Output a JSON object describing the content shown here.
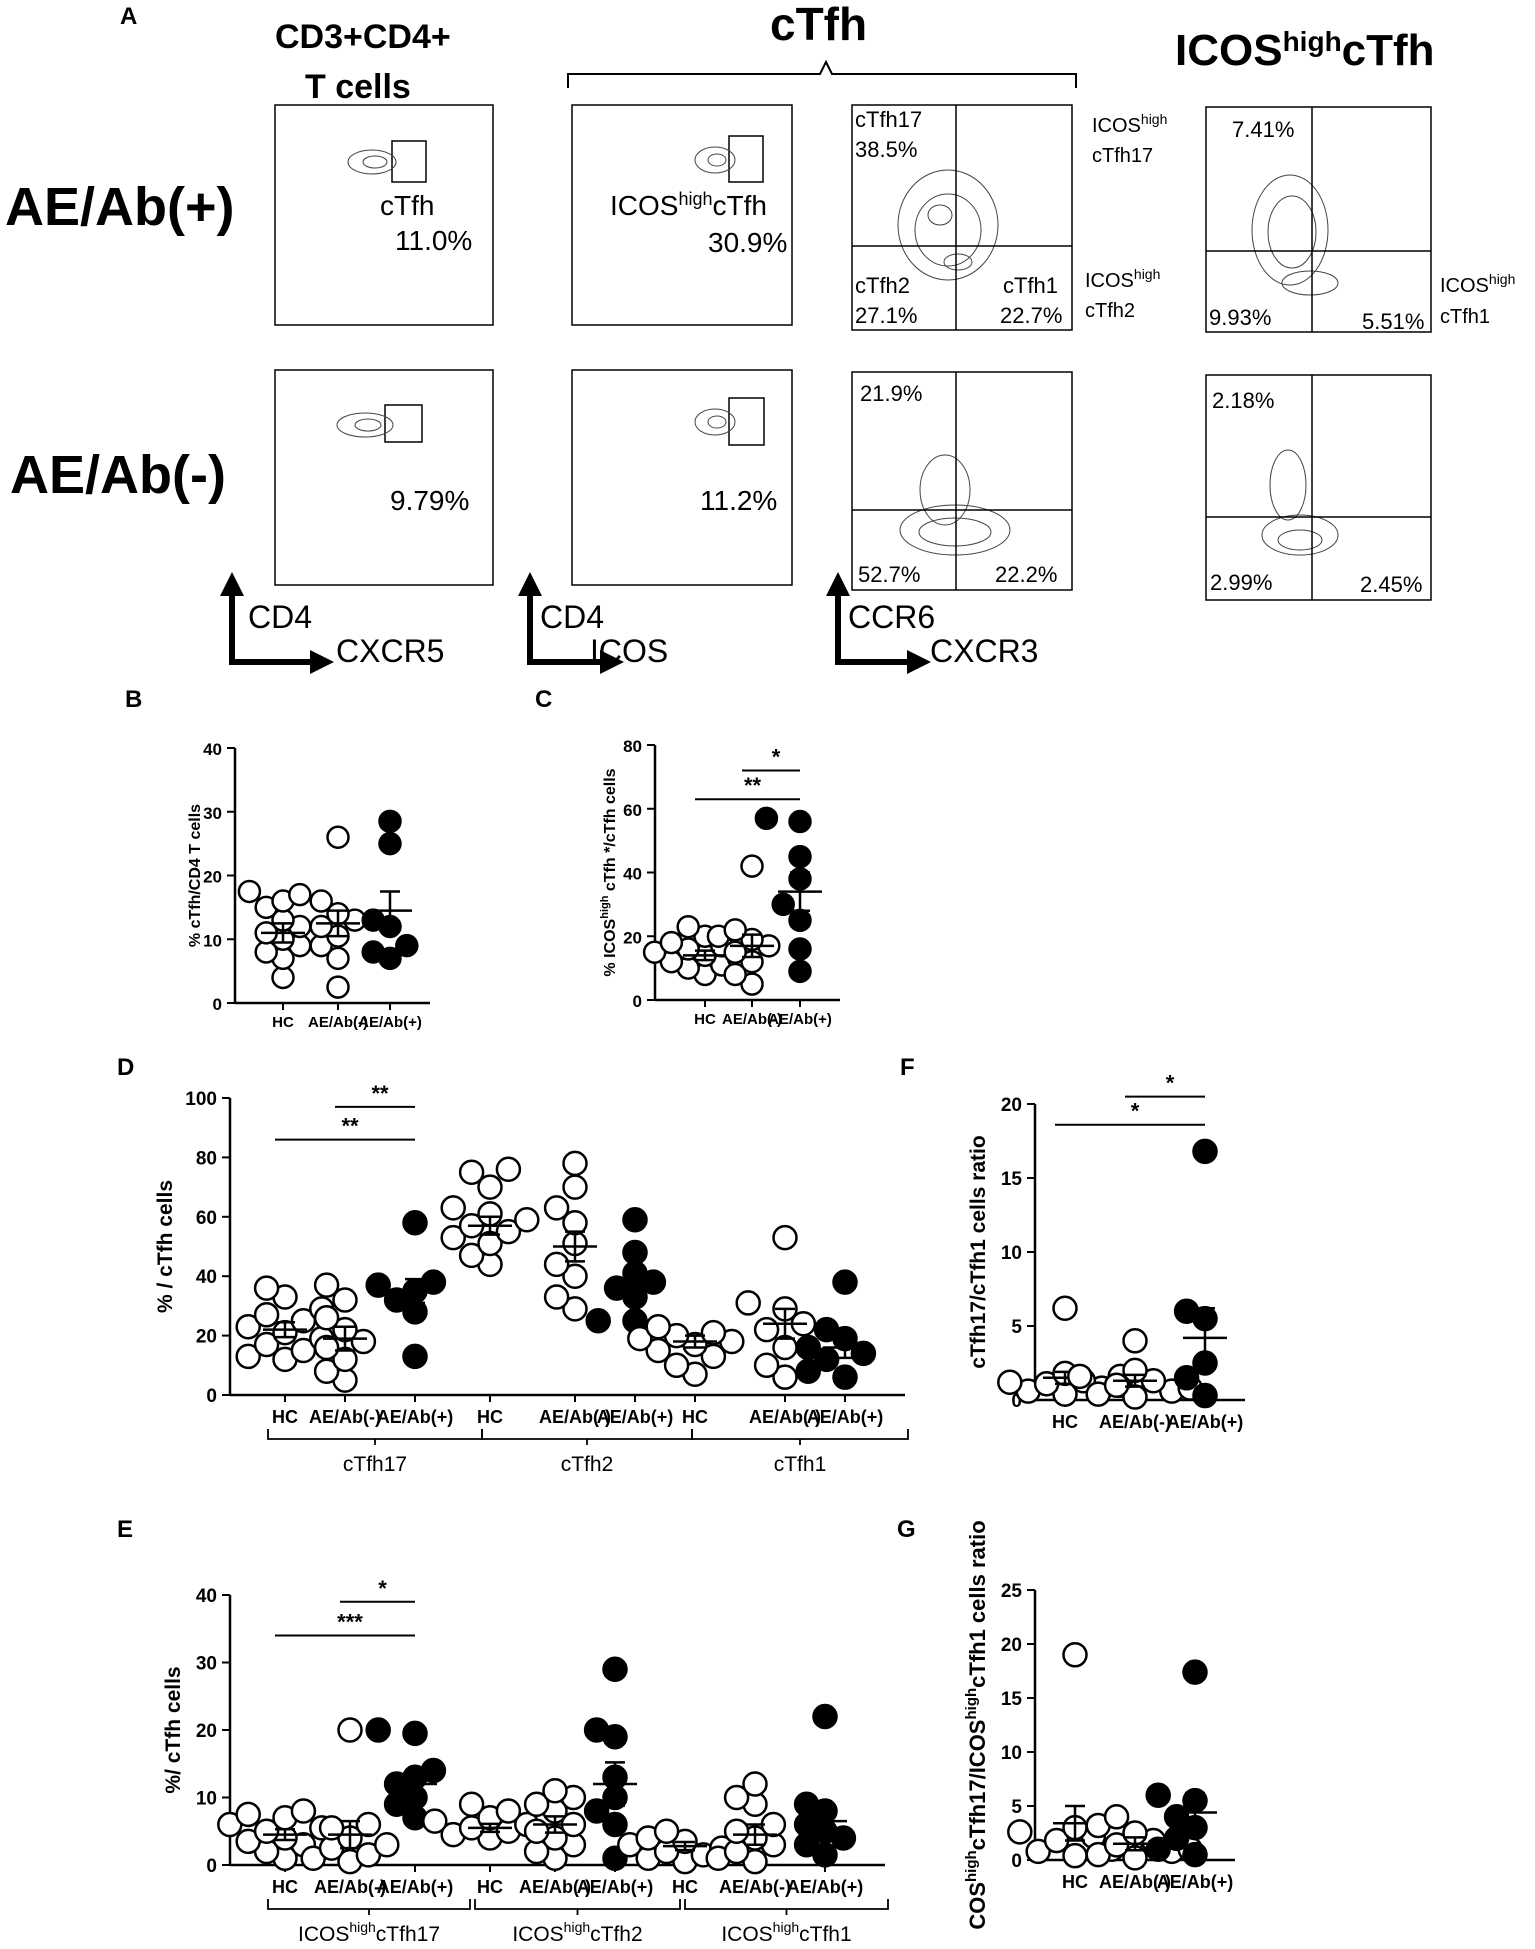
{
  "panel_labels": {
    "A": "A",
    "B": "B",
    "C": "C",
    "D": "D",
    "E": "E",
    "F": "F",
    "G": "G"
  },
  "flow": {
    "col_titles": {
      "t1a": "CD3+CD4+",
      "t1b": "T cells",
      "t2": "cTfh",
      "t3_pre": "ICOS",
      "t3_sup": "high",
      "t3_post": "cTfh"
    },
    "row_labels": {
      "r1": "AE/Ab(+)",
      "r2": "AE/Ab(-)"
    },
    "plot1_row1": {
      "label": "cTfh",
      "pct": "11.0%"
    },
    "plot1_row2": {
      "pct": "9.79%"
    },
    "plot2_row1": {
      "label_pre": "ICOS",
      "label_sup": "high",
      "label_post": "cTfh",
      "pct": "30.9%"
    },
    "plot2_row2": {
      "pct": "11.2%"
    },
    "plot3_row1": {
      "q_tl_name": "cTfh17",
      "q_tl": "38.5%",
      "q_bl_name": "cTfh2",
      "q_bl": "27.1%",
      "q_br_name": "cTfh1",
      "q_br": "22.7%"
    },
    "plot3_row2": {
      "q_tl": "21.9%",
      "q_bl": "52.7%",
      "q_br": "22.2%"
    },
    "plot4_row1": {
      "q_tl": "7.41%",
      "q_bl": "9.93%",
      "q_br": "5.51%"
    },
    "plot4_row2": {
      "q_tl": "2.18%",
      "q_bl": "2.99%",
      "q_br": "2.45%"
    },
    "side_labels": {
      "icos": "ICOS",
      "high": "high",
      "tl": "cTfh17",
      "bl": "cTfh2",
      "br": "cTfh1"
    },
    "axes": {
      "a1y": "CD4",
      "a1x": "CXCR5",
      "a2y": "CD4",
      "a2x": "ICOS",
      "a3y": "CCR6",
      "a3x": "CXCR3"
    }
  },
  "chart_data": [
    {
      "id": "B",
      "type": "scatter",
      "ylabel": "% cTfh/CD4 T cells",
      "ylim": [
        0,
        40
      ],
      "yticks": [
        0,
        10,
        20,
        30,
        40
      ],
      "categories": [
        "HC",
        "AE/Ab(-)",
        "AE/Ab(+)"
      ],
      "groups": [
        {
          "name": "HC",
          "filled": false,
          "mean": 11,
          "sem": 1.5,
          "values": [
            4,
            7,
            8,
            9,
            10,
            11,
            12,
            13,
            15,
            16,
            17,
            17.5
          ]
        },
        {
          "name": "AE/Ab(-)",
          "filled": false,
          "mean": 12.5,
          "sem": 2,
          "values": [
            2.5,
            7,
            9,
            10.5,
            12,
            13,
            14,
            16,
            26
          ]
        },
        {
          "name": "AE/Ab(+)",
          "filled": false,
          "filled_override": true,
          "mean": 14.5,
          "sem": 3,
          "values": [
            7,
            8,
            9,
            12,
            13,
            25,
            28.5
          ]
        }
      ],
      "significance": []
    },
    {
      "id": "C",
      "type": "scatter",
      "ylabel": "% ICOS^high cTfh */cTfh cells",
      "ylim": [
        0,
        80
      ],
      "yticks": [
        0,
        20,
        40,
        60,
        80
      ],
      "categories": [
        "HC",
        "AE/Ab(-)",
        "AE/Ab(+)"
      ],
      "groups": [
        {
          "name": "HC",
          "filled": false,
          "mean": 14,
          "sem": 1.5,
          "values": [
            8,
            10,
            11,
            12,
            13,
            14,
            15,
            16,
            17,
            18,
            20,
            23
          ]
        },
        {
          "name": "AE/Ab(-)",
          "filled": false,
          "mean": 17,
          "sem": 3.5,
          "values": [
            5,
            8,
            12,
            15,
            17,
            19,
            20,
            22,
            42
          ]
        },
        {
          "name": "AE/Ab(+)",
          "filled": true,
          "mean": 34,
          "sem": 6,
          "values": [
            9,
            16,
            25,
            30,
            38,
            45,
            56,
            57
          ]
        }
      ],
      "significance": [
        {
          "from": 0,
          "to": 2,
          "label": "**",
          "y": 63
        },
        {
          "from": 1,
          "to": 2,
          "label": "*",
          "y": 72
        }
      ]
    },
    {
      "id": "D",
      "type": "scatter",
      "ylabel": "% / cTfh cells",
      "ylim": [
        0,
        100
      ],
      "yticks": [
        0,
        20,
        40,
        60,
        80,
        100
      ],
      "categories": [
        "HC",
        "AE/Ab(-)",
        "AE/Ab(+)",
        "HC",
        "AE/Ab(-)",
        "AE/Ab(+)",
        "HC",
        "AE/Ab(-)",
        "AE/Ab(+)"
      ],
      "group_labels": [
        "cTfh17",
        "cTfh2",
        "cTfh1"
      ],
      "groups": [
        {
          "name": "HC",
          "filled": false,
          "mean": 22,
          "sem": 2.5,
          "values": [
            12,
            13,
            15,
            17,
            19,
            21,
            23,
            25,
            27,
            29,
            33,
            36
          ]
        },
        {
          "name": "AE/Ab(-)",
          "filled": false,
          "mean": 19,
          "sem": 4,
          "values": [
            5,
            8,
            12,
            16,
            18,
            22,
            26,
            32,
            37
          ]
        },
        {
          "name": "AE/Ab(+)",
          "filled": true,
          "mean": 35,
          "sem": 4,
          "values": [
            13,
            28,
            32,
            35,
            37,
            38,
            58
          ]
        },
        {
          "name": "HC",
          "filled": false,
          "mean": 57,
          "sem": 3,
          "values": [
            44,
            47,
            51,
            53,
            55,
            57,
            59,
            61,
            63,
            70,
            75,
            76
          ]
        },
        {
          "name": "AE/Ab(-)",
          "filled": false,
          "mean": 50,
          "sem": 5,
          "values": [
            29,
            33,
            40,
            44,
            51,
            58,
            63,
            70,
            78
          ]
        },
        {
          "name": "AE/Ab(+)",
          "filled": true,
          "mean": 37,
          "sem": 4,
          "values": [
            25,
            25,
            33,
            36,
            38,
            41,
            48,
            59
          ]
        },
        {
          "name": "HC",
          "filled": false,
          "mean": 18,
          "sem": 2,
          "values": [
            7,
            10,
            13,
            15,
            17,
            18,
            19,
            20,
            21,
            23
          ]
        },
        {
          "name": "AE/Ab(-)",
          "filled": false,
          "mean": 24,
          "sem": 5,
          "values": [
            6,
            10,
            16,
            22,
            24,
            29,
            31,
            53
          ]
        },
        {
          "name": "AE/Ab(+)",
          "filled": true,
          "mean": 16,
          "sem": 3.5,
          "values": [
            6,
            8,
            12,
            14,
            16,
            19,
            22,
            38
          ]
        }
      ],
      "significance": [
        {
          "from": 0,
          "to": 2,
          "label": "**",
          "y": 86
        },
        {
          "from": 1,
          "to": 2,
          "label": "**",
          "y": 97
        }
      ]
    },
    {
      "id": "E",
      "type": "scatter",
      "ylabel": "%/ cTfh cells",
      "ylim": [
        0,
        40
      ],
      "yticks": [
        0,
        10,
        20,
        30,
        40
      ],
      "categories": [
        "HC",
        "AE/Ab(-)",
        "AE/Ab(+)",
        "HC",
        "AE/Ab(-)",
        "AE/Ab(+)",
        "HC",
        "AE/Ab(-)",
        "AE/Ab(+)"
      ],
      "group_labels_pre": [
        "ICOS",
        "ICOS",
        "ICOS"
      ],
      "group_labels_sup": [
        "high",
        "high",
        "high"
      ],
      "group_labels_post": [
        "cTfh17",
        "cTfh2",
        "cTfh1"
      ],
      "groups": [
        {
          "name": "HC",
          "filled": false,
          "mean": 4.5,
          "sem": 0.8,
          "values": [
            1,
            2,
            3,
            3.5,
            4,
            5,
            5.5,
            6,
            7,
            7.5,
            8
          ]
        },
        {
          "name": "AE/Ab(-)",
          "filled": false,
          "mean": 4.5,
          "sem": 2,
          "values": [
            0.5,
            1,
            1.5,
            2.5,
            3,
            4,
            5.5,
            6,
            20
          ]
        },
        {
          "name": "AE/Ab(+)",
          "filled": true,
          "mean": 12,
          "sem": 1.8,
          "values": [
            7,
            9,
            10,
            12,
            13,
            14,
            19.5,
            20
          ]
        },
        {
          "name": "HC",
          "filled": false,
          "mean": 5.5,
          "sem": 0.6,
          "values": [
            4,
            4.5,
            5,
            5.5,
            6,
            6.5,
            7,
            8,
            9
          ]
        },
        {
          "name": "AE/Ab(-)",
          "filled": false,
          "mean": 6,
          "sem": 1.2,
          "values": [
            1,
            2,
            3,
            4,
            5,
            6,
            8,
            9,
            10,
            11
          ]
        },
        {
          "name": "AE/Ab(+)",
          "filled": true,
          "mean": 12,
          "sem": 3.2,
          "values": [
            1,
            6,
            8,
            10,
            13,
            19,
            20,
            29
          ]
        },
        {
          "name": "HC",
          "filled": false,
          "mean": 2.8,
          "sem": 0.6,
          "values": [
            0.5,
            1,
            1.5,
            2,
            2.5,
            3,
            3.5,
            4,
            5
          ]
        },
        {
          "name": "AE/Ab(-)",
          "filled": false,
          "mean": 4.5,
          "sem": 1.5,
          "values": [
            0.5,
            1,
            2,
            3,
            4,
            5,
            6,
            9,
            10,
            12
          ]
        },
        {
          "name": "AE/Ab(+)",
          "filled": true,
          "mean": 6.5,
          "sem": 2.2,
          "values": [
            1.5,
            3,
            4,
            5,
            6,
            8,
            9,
            22
          ]
        }
      ],
      "significance": [
        {
          "from": 0,
          "to": 2,
          "label": "***",
          "y": 34
        },
        {
          "from": 1,
          "to": 2,
          "label": "*",
          "y": 39
        }
      ]
    },
    {
      "id": "F",
      "type": "scatter",
      "ylabel": "cTfh17/cTfh1 cells ratio",
      "ylim": [
        0,
        20
      ],
      "yticks": [
        0,
        5,
        10,
        15,
        20
      ],
      "categories": [
        "HC",
        "AE/Ab(-)",
        "AE/Ab(+)"
      ],
      "groups": [
        {
          "name": "HC",
          "filled": false,
          "mean": 1.5,
          "sem": 0.4,
          "values": [
            0.4,
            0.6,
            0.8,
            1,
            1.1,
            1.2,
            1.3,
            1.4,
            1.6,
            1.8,
            6.2
          ]
        },
        {
          "name": "AE/Ab(-)",
          "filled": false,
          "mean": 1.3,
          "sem": 0.4,
          "values": [
            0.2,
            0.4,
            0.6,
            0.8,
            1,
            1.3,
            1.6,
            2,
            4
          ]
        },
        {
          "name": "AE/Ab(+)",
          "filled": true,
          "mean": 4.2,
          "sem": 2,
          "values": [
            0.3,
            1.5,
            2.5,
            5.5,
            6,
            16.8
          ]
        }
      ],
      "significance": [
        {
          "from": 0,
          "to": 2,
          "label": "*",
          "y": 18.6
        },
        {
          "from": 1,
          "to": 2,
          "label": "*",
          "y": 20.5
        }
      ]
    },
    {
      "id": "G",
      "type": "scatter",
      "ylabel_parts": [
        "COS",
        "high",
        "cTfh17/ICOS",
        "high",
        "cTfh1 cells ratio"
      ],
      "ylim": [
        0,
        25
      ],
      "yticks": [
        0,
        5,
        10,
        15,
        20,
        25
      ],
      "categories": [
        "HC",
        "AE/Ab(-)",
        "AE/Ab(+)"
      ],
      "groups": [
        {
          "name": "HC",
          "filled": false,
          "mean": 3.4,
          "sem": 1.6,
          "values": [
            0.4,
            0.8,
            1,
            1.4,
            1.8,
            2.2,
            2.6,
            3,
            19
          ]
        },
        {
          "name": "AE/Ab(-)",
          "filled": false,
          "mean": 1.5,
          "sem": 0.6,
          "values": [
            0.2,
            0.5,
            0.8,
            1,
            1.4,
            1.8,
            2.5,
            3.2,
            4
          ]
        },
        {
          "name": "AE/Ab(+)",
          "filled": true,
          "mean": 4.4,
          "sem": 1.8,
          "values": [
            0.5,
            1,
            2,
            3,
            4,
            5.5,
            6,
            17.4
          ]
        }
      ],
      "significance": []
    }
  ]
}
